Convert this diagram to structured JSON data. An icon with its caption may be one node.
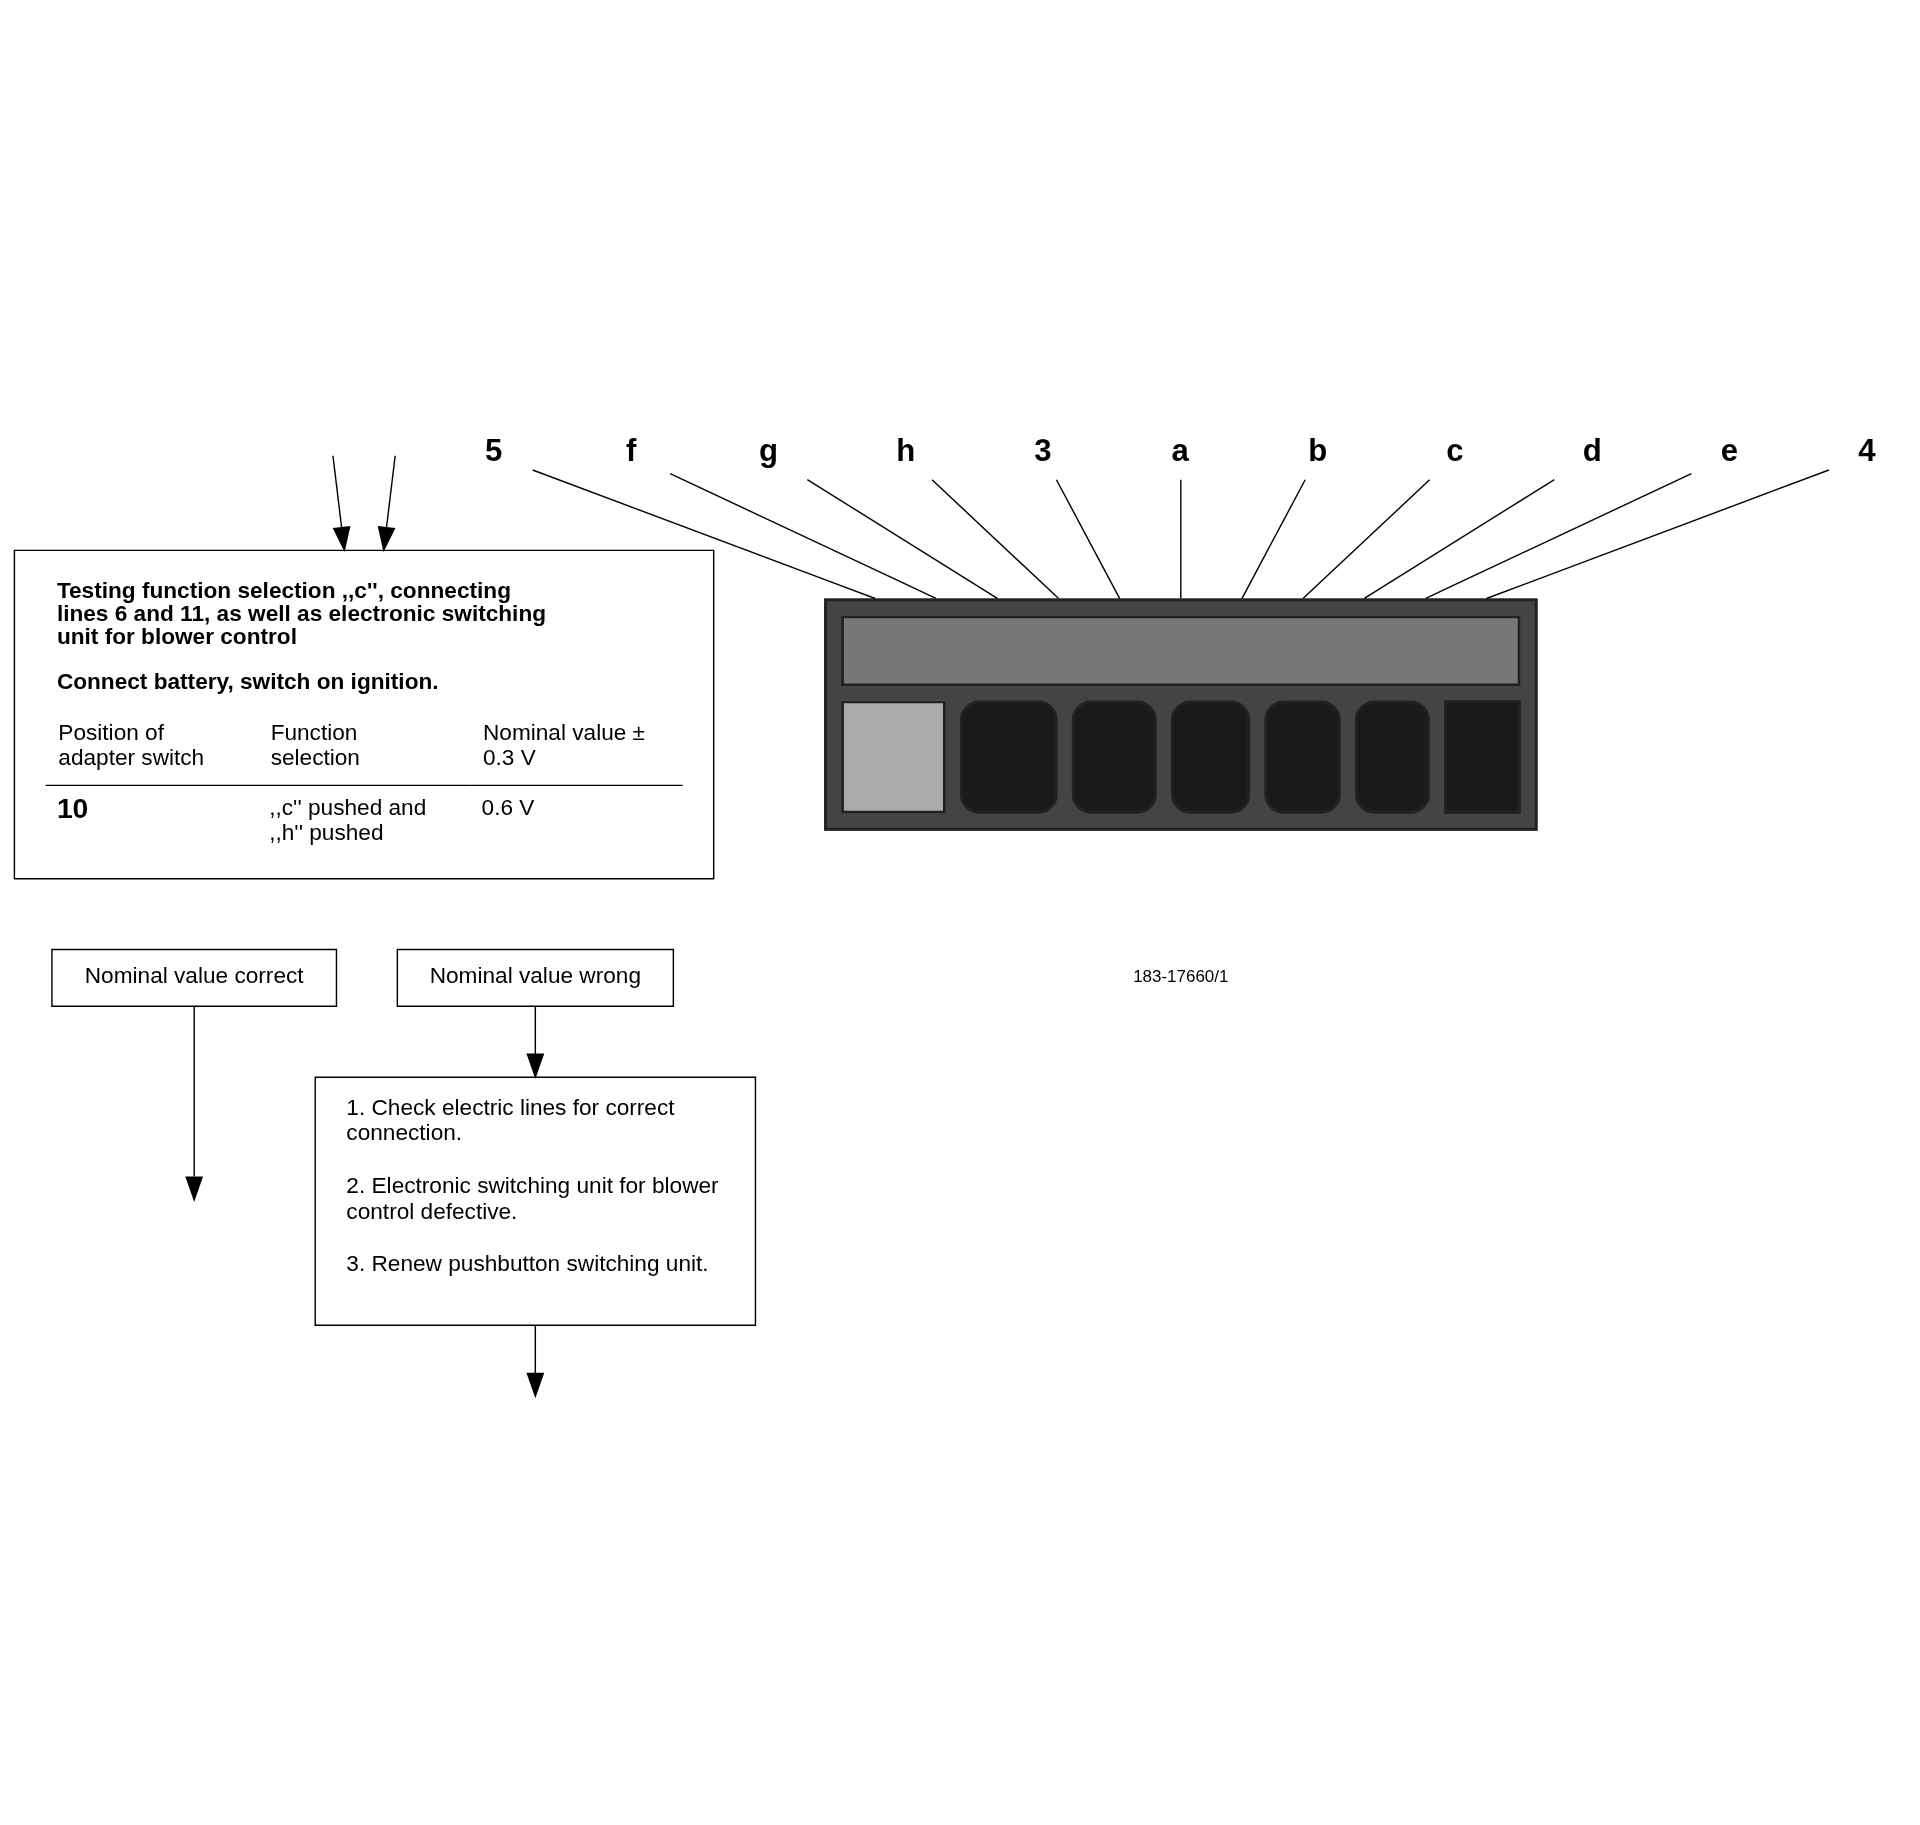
{
  "diagram": {
    "nodes": [
      {
        "text": [
          "Testing function selection ,,c'', connecting lines 6 and 11, as well as electronic switching unit for blower control",
          "Connect battery, switch on ignition.",
          "Position of adapter switch",
          "Function selection",
          "Nominal value ± 0.3 V",
          "10",
          ",,c'' pushed and ,,h'' pushed",
          "0.6 V"
        ]
      },
      {
        "text": [
          "Nominal value correct"
        ]
      },
      {
        "text": [
          "Nominal value wrong"
        ]
      },
      {
        "text": [
          "1. Check electric lines for correct connection.",
          "2. Electronic switching unit for blower control defective.",
          "3. Renew pushbutton switching unit."
        ]
      },
      {
        "text": [],
        "shape": "picture"
      },
      {
        "text": [
          "5"
        ]
      },
      {
        "text": [
          "f"
        ]
      },
      {
        "text": [
          "g"
        ]
      },
      {
        "text": [
          "h"
        ]
      },
      {
        "text": [
          "3"
        ]
      },
      {
        "text": [
          "a"
        ]
      },
      {
        "text": [
          "b"
        ]
      },
      {
        "text": [
          "c"
        ]
      },
      {
        "text": [
          "d"
        ]
      },
      {
        "text": [
          "e"
        ]
      },
      {
        "text": [
          "4"
        ]
      }
    ],
    "edges": [
      {
        "from": null,
        "to": 0,
        "arrow": "to"
      },
      {
        "from": null,
        "to": 0,
        "arrow": "to"
      },
      {
        "from": 1,
        "to": null,
        "arrow": "to"
      },
      {
        "from": 2,
        "to": 3,
        "arrow": "to"
      },
      {
        "from": 3,
        "to": null,
        "arrow": "to"
      },
      {
        "from": 5,
        "to": 4,
        "arrow": "none"
      },
      {
        "from": 6,
        "to": 4,
        "arrow": "none"
      },
      {
        "from": 7,
        "to": 4,
        "arrow": "none"
      },
      {
        "from": 8,
        "to": 4,
        "arrow": "none"
      },
      {
        "from": 9,
        "to": 4,
        "arrow": "none"
      },
      {
        "from": 10,
        "to": 4,
        "arrow": "none"
      },
      {
        "from": 11,
        "to": 4,
        "arrow": "none"
      },
      {
        "from": 12,
        "to": 4,
        "arrow": "none"
      },
      {
        "from": 13,
        "to": 4,
        "arrow": "none"
      },
      {
        "from": 14,
        "to": 4,
        "arrow": "none"
      },
      {
        "from": 15,
        "to": 4,
        "arrow": "none"
      }
    ],
    "labels": [
      "183-17660/1"
    ]
  }
}
